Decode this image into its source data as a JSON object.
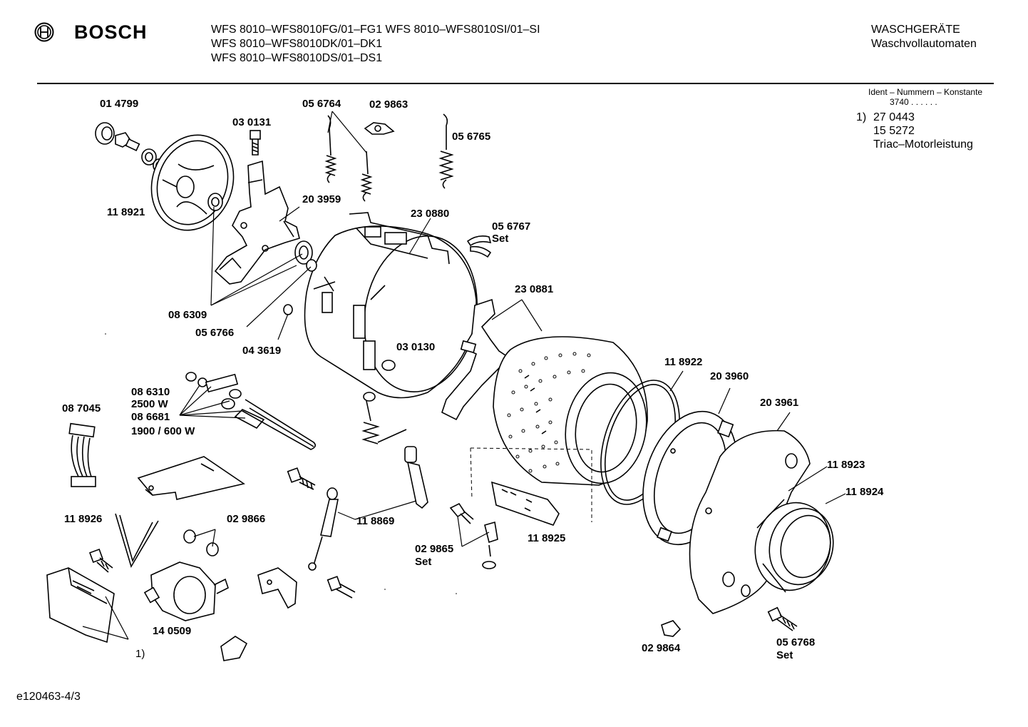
{
  "header": {
    "brand": "BOSCH",
    "models": [
      "WFS 8010–WFS8010FG/01–FG1  WFS 8010–WFS8010SI/01–SI",
      "WFS 8010–WFS8010DK/01–DK1",
      "WFS 8010–WFS8010DS/01–DS1"
    ],
    "category_line1": "WASCHGERÄTE",
    "category_line2": "Waschvollautomaten"
  },
  "ident": {
    "title": "Ident – Nummern – Konstante",
    "value": "3740  . .   . . . ."
  },
  "notes": [
    {
      "key": "1)",
      "lines": [
        "27 0443",
        "15 5272",
        "Triac–Motorleistung"
      ]
    }
  ],
  "footer": "e120463-4/3",
  "parts": [
    {
      "label": "01 4799"
    },
    {
      "label": "03 0131"
    },
    {
      "label": "05 6764"
    },
    {
      "label": "02 9863"
    },
    {
      "label": "05 6765"
    },
    {
      "label": "11 8921"
    },
    {
      "label": "20 3959"
    },
    {
      "label": "23 0880"
    },
    {
      "label": "05 6767"
    },
    {
      "label": "Set"
    },
    {
      "label": "08 6309"
    },
    {
      "label": "05 6766"
    },
    {
      "label": "04 3619"
    },
    {
      "label": "23 0881"
    },
    {
      "label": "03 0130"
    },
    {
      "label": "11 8922"
    },
    {
      "label": "20 3960"
    },
    {
      "label": "20 3961"
    },
    {
      "label": "08 6310"
    },
    {
      "label": "2500 W"
    },
    {
      "label": "08 6681"
    },
    {
      "label": "1900 / 600 W"
    },
    {
      "label": "08 7045"
    },
    {
      "label": "11 8923"
    },
    {
      "label": "11 8924"
    },
    {
      "label": "11 8926"
    },
    {
      "label": "02 9866"
    },
    {
      "label": "11 8869"
    },
    {
      "label": "11 8925"
    },
    {
      "label": "02 9865"
    },
    {
      "label": "Set"
    },
    {
      "label": "14 0509"
    },
    {
      "label": "1)"
    },
    {
      "label": "02 9864"
    },
    {
      "label": "05 6768"
    },
    {
      "label": "Set"
    }
  ]
}
